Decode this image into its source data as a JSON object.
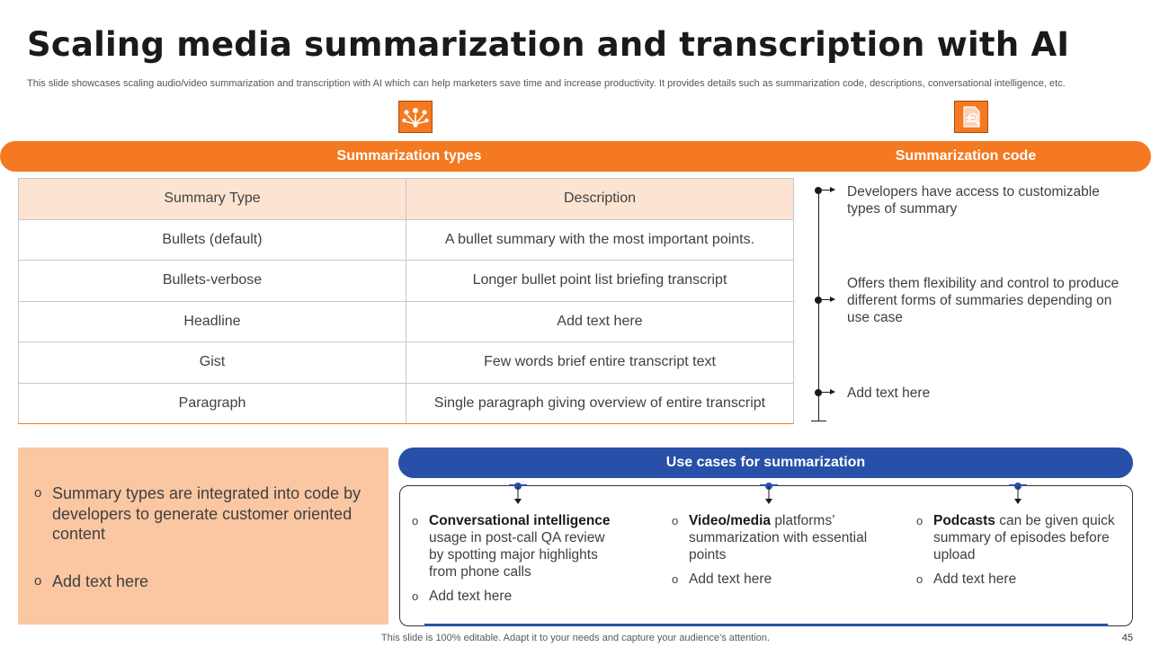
{
  "title": "Scaling media summarization and transcription with AI",
  "subtitle": "This slide showcases scaling audio/video summarization and transcription with AI which can help marketers save time and increase productivity. It provides details such as summarization code, descriptions, conversational intelligence, etc.",
  "icons": {
    "left": "network-nodes-icon",
    "right": "document-search-icon"
  },
  "colors": {
    "orange": "#f47920",
    "blue": "#2850a8",
    "peach": "#fbc7a2",
    "header_peach": "#fde3d2"
  },
  "band": {
    "left_label": "Summarization types",
    "right_label": "Summarization code"
  },
  "table": {
    "headers": [
      "Summary Type",
      "Description"
    ],
    "rows": [
      [
        "Bullets (default)",
        "A bullet summary with the most important points."
      ],
      [
        "Bullets-verbose",
        "Longer bullet point list briefing transcript"
      ],
      [
        "Headline",
        "Add text here"
      ],
      [
        "Gist",
        "Few words brief entire transcript text"
      ],
      [
        "Paragraph",
        "Single paragraph giving overview of entire transcript"
      ]
    ]
  },
  "timeline": [
    "Developers have access to customizable types of summary",
    "Offers them flexibility and control to produce different forms of summaries depending on use case",
    "Add text here"
  ],
  "peach_box": {
    "bullet": "o",
    "items": [
      "Summary types are integrated into code by developers to generate customer oriented content",
      "Add text here"
    ]
  },
  "use_cases": {
    "title": "Use cases for summarization",
    "columns": [
      {
        "bold": "Conversational intelligence",
        "text": " usage in post-call QA review by spotting major highlights from phone calls",
        "extra": "Add text here"
      },
      {
        "bold": "Video/media",
        "text": " platforms’ summarization with essential points",
        "extra": "Add text here"
      },
      {
        "bold": "Podcasts",
        "text": " can be given quick summary of episodes before upload",
        "extra": "Add text here"
      }
    ]
  },
  "footer": "This slide is 100% editable. Adapt it to your needs and capture your audience’s attention.",
  "page_number": "45"
}
